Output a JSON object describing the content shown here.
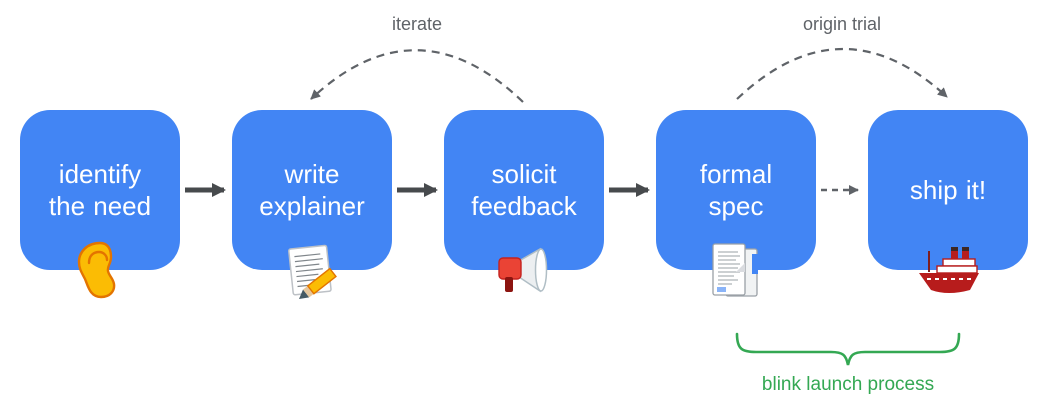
{
  "diagram": {
    "steps": [
      {
        "label": "identify the need",
        "icon": "ear-icon"
      },
      {
        "label": "write explainer",
        "icon": "memo-pencil-icon"
      },
      {
        "label": "solicit feedback",
        "icon": "megaphone-icon"
      },
      {
        "label": "formal spec",
        "icon": "documents-icon"
      },
      {
        "label": "ship it!",
        "icon": "ship-icon"
      }
    ],
    "annotations": {
      "iterate": "iterate",
      "origin_trial": "origin trial",
      "brace": "blink launch process"
    },
    "colors": {
      "box_fill": "#4285f4",
      "box_text": "#ffffff",
      "solid_arrow": "#474a4d",
      "dashed_line": "#5f6368",
      "annotation_text": "#5f6368",
      "brace_green": "#34a853",
      "background": "#ffffff"
    }
  }
}
